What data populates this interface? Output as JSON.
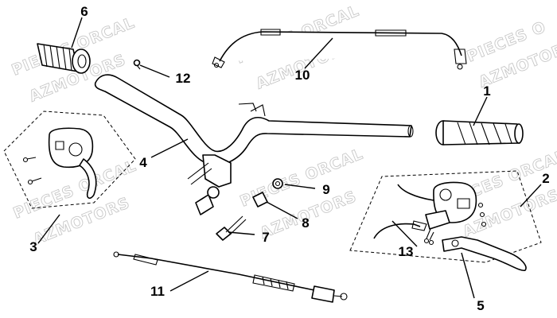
{
  "watermarks": [
    {
      "id": "wm1",
      "text": "PIECES ORCAL"
    },
    {
      "id": "wm2",
      "text": "AZMOTORS"
    },
    {
      "id": "wm3",
      "text": "PIECES ORCAL"
    },
    {
      "id": "wm4",
      "text": "AZMOTORS"
    },
    {
      "id": "wm5",
      "text": "PIECES O"
    },
    {
      "id": "wm6",
      "text": "AZMOTORS"
    },
    {
      "id": "wm7",
      "text": "PIECES ORCAL"
    },
    {
      "id": "wm8",
      "text": "AZMOTORS"
    },
    {
      "id": "wm9",
      "text": "PIECES ORCAL"
    },
    {
      "id": "wm10",
      "text": "AZMOTORS"
    },
    {
      "id": "wm11",
      "text": "PIECES ORCAL"
    },
    {
      "id": "wm12",
      "text": "AZMOTORS"
    }
  ],
  "callouts": {
    "c1": "1",
    "c2": "2",
    "c3": "3",
    "c4": "4",
    "c5": "5",
    "c6": "6",
    "c7": "7",
    "c8": "8",
    "c9": "9",
    "c10": "10",
    "c11": "11",
    "c12": "12",
    "c13": "13"
  }
}
